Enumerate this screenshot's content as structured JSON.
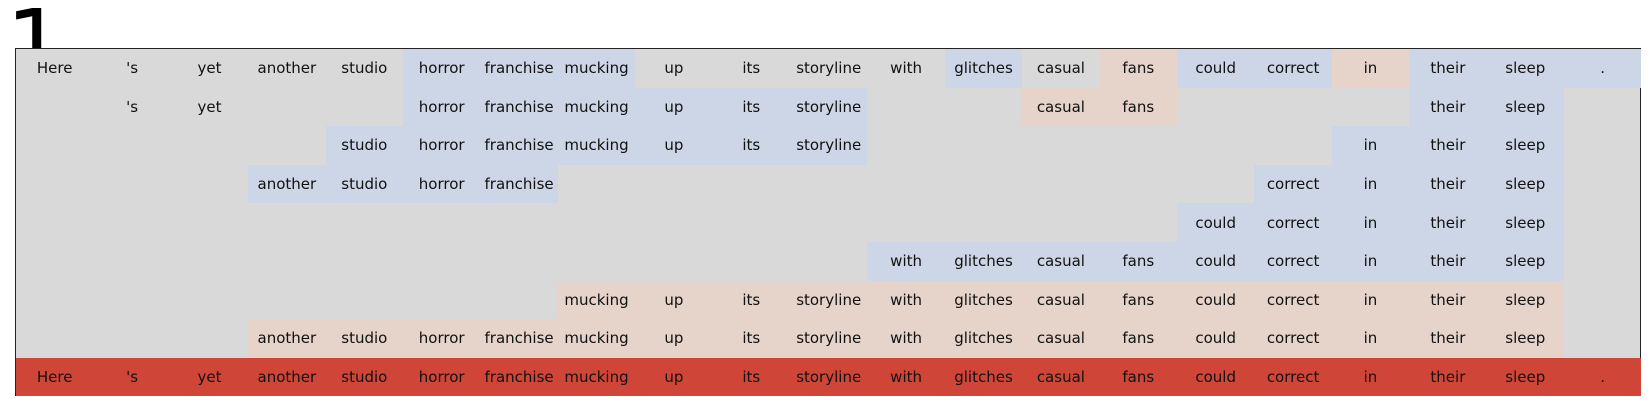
{
  "panel_number": "1",
  "tokens": [
    "Here",
    "'s",
    "yet",
    "another",
    "studio",
    "horror",
    "franchise",
    "mucking",
    "up",
    "its",
    "storyline",
    "with",
    "glitches",
    "casual",
    "fans",
    "could",
    "correct",
    "in",
    "their",
    "sleep",
    "."
  ],
  "colors": {
    "background": "#d9d9d9",
    "blue": "#cdd6e6",
    "pink": "#e6d3c9",
    "red": "#cf4538"
  },
  "rows": [
    {
      "cells": [
        {
          "t": "Here",
          "c": "none"
        },
        {
          "t": "'s",
          "c": "none"
        },
        {
          "t": "yet",
          "c": "none"
        },
        {
          "t": "another",
          "c": "none"
        },
        {
          "t": "studio",
          "c": "none"
        },
        {
          "t": "horror",
          "c": "blue"
        },
        {
          "t": "franchise",
          "c": "blue"
        },
        {
          "t": "mucking",
          "c": "blue"
        },
        {
          "t": "up",
          "c": "none"
        },
        {
          "t": "its",
          "c": "none"
        },
        {
          "t": "storyline",
          "c": "none"
        },
        {
          "t": "with",
          "c": "none"
        },
        {
          "t": "glitches",
          "c": "blue"
        },
        {
          "t": "casual",
          "c": "none"
        },
        {
          "t": "fans",
          "c": "pink"
        },
        {
          "t": "could",
          "c": "blue"
        },
        {
          "t": "correct",
          "c": "blue"
        },
        {
          "t": "in",
          "c": "pink"
        },
        {
          "t": "their",
          "c": "blue"
        },
        {
          "t": "sleep",
          "c": "blue"
        },
        {
          "t": ".",
          "c": "blue"
        }
      ]
    },
    {
      "cells": [
        {
          "t": "",
          "c": "none"
        },
        {
          "t": "'s",
          "c": "none"
        },
        {
          "t": "yet",
          "c": "none"
        },
        {
          "t": "",
          "c": "none"
        },
        {
          "t": "",
          "c": "none"
        },
        {
          "t": "horror",
          "c": "blue"
        },
        {
          "t": "franchise",
          "c": "blue"
        },
        {
          "t": "mucking",
          "c": "blue"
        },
        {
          "t": "up",
          "c": "blue"
        },
        {
          "t": "its",
          "c": "blue"
        },
        {
          "t": "storyline",
          "c": "blue"
        },
        {
          "t": "",
          "c": "none"
        },
        {
          "t": "",
          "c": "none"
        },
        {
          "t": "casual",
          "c": "pink"
        },
        {
          "t": "fans",
          "c": "pink"
        },
        {
          "t": "",
          "c": "none"
        },
        {
          "t": "",
          "c": "none"
        },
        {
          "t": "",
          "c": "none"
        },
        {
          "t": "their",
          "c": "blue"
        },
        {
          "t": "sleep",
          "c": "blue"
        },
        {
          "t": "",
          "c": "none"
        }
      ]
    },
    {
      "cells": [
        {
          "t": "",
          "c": "none"
        },
        {
          "t": "",
          "c": "none"
        },
        {
          "t": "",
          "c": "none"
        },
        {
          "t": "",
          "c": "none"
        },
        {
          "t": "studio",
          "c": "blue"
        },
        {
          "t": "horror",
          "c": "blue"
        },
        {
          "t": "franchise",
          "c": "blue"
        },
        {
          "t": "mucking",
          "c": "blue"
        },
        {
          "t": "up",
          "c": "blue"
        },
        {
          "t": "its",
          "c": "blue"
        },
        {
          "t": "storyline",
          "c": "blue"
        },
        {
          "t": "",
          "c": "none"
        },
        {
          "t": "",
          "c": "none"
        },
        {
          "t": "",
          "c": "none"
        },
        {
          "t": "",
          "c": "none"
        },
        {
          "t": "",
          "c": "none"
        },
        {
          "t": "",
          "c": "none"
        },
        {
          "t": "in",
          "c": "blue"
        },
        {
          "t": "their",
          "c": "blue"
        },
        {
          "t": "sleep",
          "c": "blue"
        },
        {
          "t": "",
          "c": "none"
        }
      ]
    },
    {
      "cells": [
        {
          "t": "",
          "c": "none"
        },
        {
          "t": "",
          "c": "none"
        },
        {
          "t": "",
          "c": "none"
        },
        {
          "t": "another",
          "c": "blue"
        },
        {
          "t": "studio",
          "c": "blue"
        },
        {
          "t": "horror",
          "c": "blue"
        },
        {
          "t": "franchise",
          "c": "blue"
        },
        {
          "t": "",
          "c": "none"
        },
        {
          "t": "",
          "c": "none"
        },
        {
          "t": "",
          "c": "none"
        },
        {
          "t": "",
          "c": "none"
        },
        {
          "t": "",
          "c": "none"
        },
        {
          "t": "",
          "c": "none"
        },
        {
          "t": "",
          "c": "none"
        },
        {
          "t": "",
          "c": "none"
        },
        {
          "t": "",
          "c": "none"
        },
        {
          "t": "correct",
          "c": "blue"
        },
        {
          "t": "in",
          "c": "blue"
        },
        {
          "t": "their",
          "c": "blue"
        },
        {
          "t": "sleep",
          "c": "blue"
        },
        {
          "t": "",
          "c": "none"
        }
      ]
    },
    {
      "cells": [
        {
          "t": "",
          "c": "none"
        },
        {
          "t": "",
          "c": "none"
        },
        {
          "t": "",
          "c": "none"
        },
        {
          "t": "",
          "c": "none"
        },
        {
          "t": "",
          "c": "none"
        },
        {
          "t": "",
          "c": "none"
        },
        {
          "t": "",
          "c": "none"
        },
        {
          "t": "",
          "c": "none"
        },
        {
          "t": "",
          "c": "none"
        },
        {
          "t": "",
          "c": "none"
        },
        {
          "t": "",
          "c": "none"
        },
        {
          "t": "",
          "c": "none"
        },
        {
          "t": "",
          "c": "none"
        },
        {
          "t": "",
          "c": "none"
        },
        {
          "t": "",
          "c": "none"
        },
        {
          "t": "could",
          "c": "blue"
        },
        {
          "t": "correct",
          "c": "blue"
        },
        {
          "t": "in",
          "c": "blue"
        },
        {
          "t": "their",
          "c": "blue"
        },
        {
          "t": "sleep",
          "c": "blue"
        },
        {
          "t": "",
          "c": "none"
        }
      ]
    },
    {
      "cells": [
        {
          "t": "",
          "c": "none"
        },
        {
          "t": "",
          "c": "none"
        },
        {
          "t": "",
          "c": "none"
        },
        {
          "t": "",
          "c": "none"
        },
        {
          "t": "",
          "c": "none"
        },
        {
          "t": "",
          "c": "none"
        },
        {
          "t": "",
          "c": "none"
        },
        {
          "t": "",
          "c": "none"
        },
        {
          "t": "",
          "c": "none"
        },
        {
          "t": "",
          "c": "none"
        },
        {
          "t": "",
          "c": "none"
        },
        {
          "t": "with",
          "c": "blue"
        },
        {
          "t": "glitches",
          "c": "blue"
        },
        {
          "t": "casual",
          "c": "blue"
        },
        {
          "t": "fans",
          "c": "blue"
        },
        {
          "t": "could",
          "c": "blue"
        },
        {
          "t": "correct",
          "c": "blue"
        },
        {
          "t": "in",
          "c": "blue"
        },
        {
          "t": "their",
          "c": "blue"
        },
        {
          "t": "sleep",
          "c": "blue"
        },
        {
          "t": "",
          "c": "none"
        }
      ]
    },
    {
      "cells": [
        {
          "t": "",
          "c": "none"
        },
        {
          "t": "",
          "c": "none"
        },
        {
          "t": "",
          "c": "none"
        },
        {
          "t": "",
          "c": "none"
        },
        {
          "t": "",
          "c": "none"
        },
        {
          "t": "",
          "c": "none"
        },
        {
          "t": "",
          "c": "none"
        },
        {
          "t": "mucking",
          "c": "pink"
        },
        {
          "t": "up",
          "c": "pink"
        },
        {
          "t": "its",
          "c": "pink"
        },
        {
          "t": "storyline",
          "c": "pink"
        },
        {
          "t": "with",
          "c": "pink"
        },
        {
          "t": "glitches",
          "c": "pink"
        },
        {
          "t": "casual",
          "c": "pink"
        },
        {
          "t": "fans",
          "c": "pink"
        },
        {
          "t": "could",
          "c": "pink"
        },
        {
          "t": "correct",
          "c": "pink"
        },
        {
          "t": "in",
          "c": "pink"
        },
        {
          "t": "their",
          "c": "pink"
        },
        {
          "t": "sleep",
          "c": "pink"
        },
        {
          "t": "",
          "c": "none"
        }
      ]
    },
    {
      "cells": [
        {
          "t": "",
          "c": "none"
        },
        {
          "t": "",
          "c": "none"
        },
        {
          "t": "",
          "c": "none"
        },
        {
          "t": "another",
          "c": "pink"
        },
        {
          "t": "studio",
          "c": "pink"
        },
        {
          "t": "horror",
          "c": "pink"
        },
        {
          "t": "franchise",
          "c": "pink"
        },
        {
          "t": "mucking",
          "c": "pink"
        },
        {
          "t": "up",
          "c": "pink"
        },
        {
          "t": "its",
          "c": "pink"
        },
        {
          "t": "storyline",
          "c": "pink"
        },
        {
          "t": "with",
          "c": "pink"
        },
        {
          "t": "glitches",
          "c": "pink"
        },
        {
          "t": "casual",
          "c": "pink"
        },
        {
          "t": "fans",
          "c": "pink"
        },
        {
          "t": "could",
          "c": "pink"
        },
        {
          "t": "correct",
          "c": "pink"
        },
        {
          "t": "in",
          "c": "pink"
        },
        {
          "t": "their",
          "c": "pink"
        },
        {
          "t": "sleep",
          "c": "pink"
        },
        {
          "t": "",
          "c": "none"
        }
      ]
    },
    {
      "cells": [
        {
          "t": "Here",
          "c": "red"
        },
        {
          "t": "'s",
          "c": "red"
        },
        {
          "t": "yet",
          "c": "red"
        },
        {
          "t": "another",
          "c": "red"
        },
        {
          "t": "studio",
          "c": "red"
        },
        {
          "t": "horror",
          "c": "red"
        },
        {
          "t": "franchise",
          "c": "red"
        },
        {
          "t": "mucking",
          "c": "red"
        },
        {
          "t": "up",
          "c": "red"
        },
        {
          "t": "its",
          "c": "red"
        },
        {
          "t": "storyline",
          "c": "red"
        },
        {
          "t": "with",
          "c": "red"
        },
        {
          "t": "glitches",
          "c": "red"
        },
        {
          "t": "casual",
          "c": "red"
        },
        {
          "t": "fans",
          "c": "red"
        },
        {
          "t": "could",
          "c": "red"
        },
        {
          "t": "correct",
          "c": "red"
        },
        {
          "t": "in",
          "c": "red"
        },
        {
          "t": "their",
          "c": "red"
        },
        {
          "t": "sleep",
          "c": "red"
        },
        {
          "t": ".",
          "c": "red"
        }
      ]
    }
  ]
}
